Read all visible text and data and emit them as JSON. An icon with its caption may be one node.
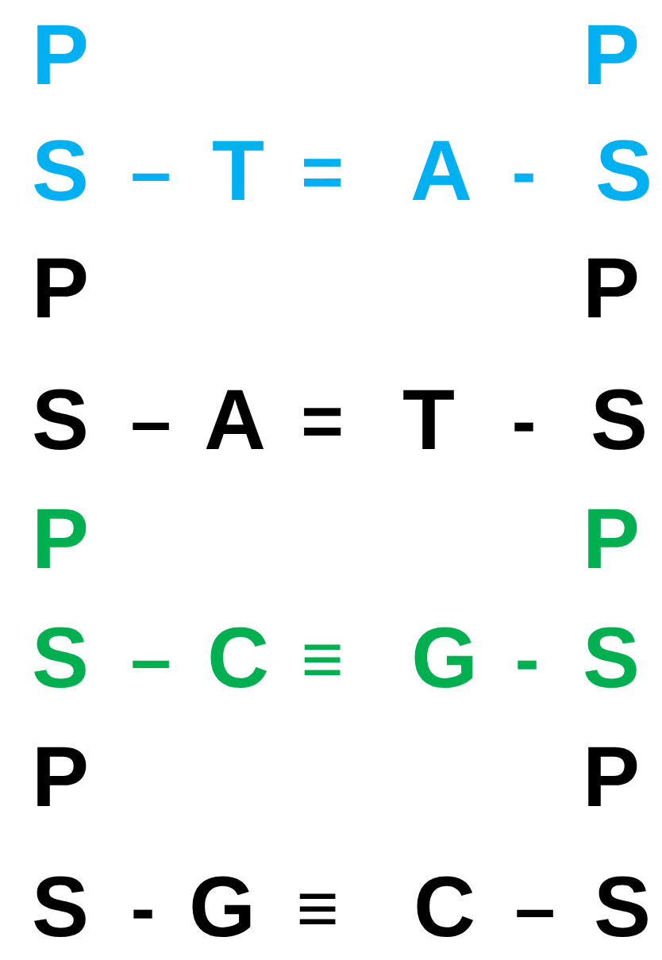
{
  "diagram": {
    "labels": [
      "P",
      "P",
      "S",
      "–",
      "T",
      "=",
      "A",
      "-",
      "S",
      "P",
      "P",
      "S",
      "–",
      "A",
      "=",
      "T",
      "-",
      "S",
      "P",
      "P",
      "S",
      "–",
      "C",
      "≡",
      "G",
      "-",
      "S",
      "P",
      "P",
      "S",
      "-",
      "G",
      "≡",
      "C",
      "–",
      "S"
    ]
  }
}
